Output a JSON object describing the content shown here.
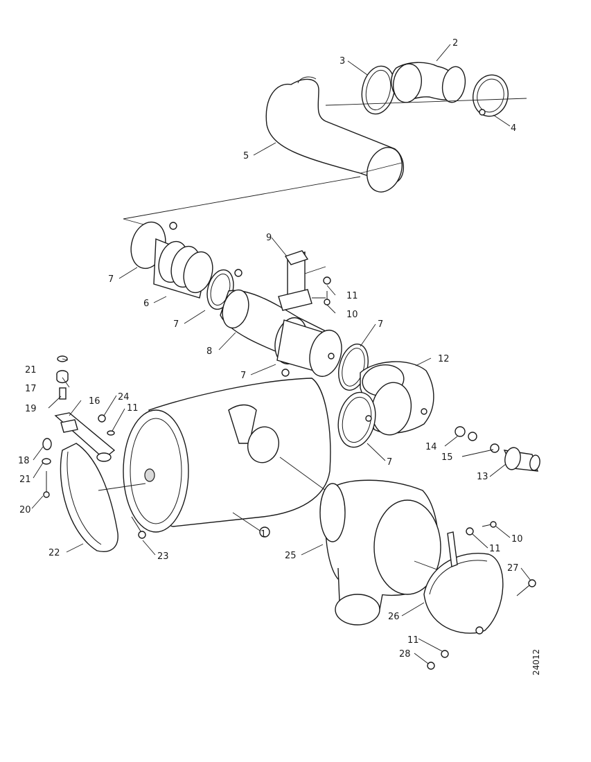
{
  "diagram": {
    "document_number": "24012",
    "callouts": {
      "c1": "1",
      "c2": "2",
      "c3": "3",
      "c4": "4",
      "c5": "5",
      "c6": "6",
      "c7a": "7",
      "c7b": "7",
      "c7c": "7",
      "c7d": "7",
      "c7e": "7",
      "c8": "8",
      "c9": "9",
      "c10a": "10",
      "c10b": "10",
      "c11a": "11",
      "c11b": "11",
      "c11c": "11",
      "c11d": "11",
      "c12": "12",
      "c13": "13",
      "c14": "14",
      "c15": "15",
      "c16": "16",
      "c17": "17",
      "c18": "18",
      "c19": "19",
      "c20": "20",
      "c21a": "21",
      "c21b": "21",
      "c22": "22",
      "c23": "23",
      "c24": "24",
      "c25": "25",
      "c26": "26",
      "c27": "27",
      "c28": "28"
    }
  }
}
